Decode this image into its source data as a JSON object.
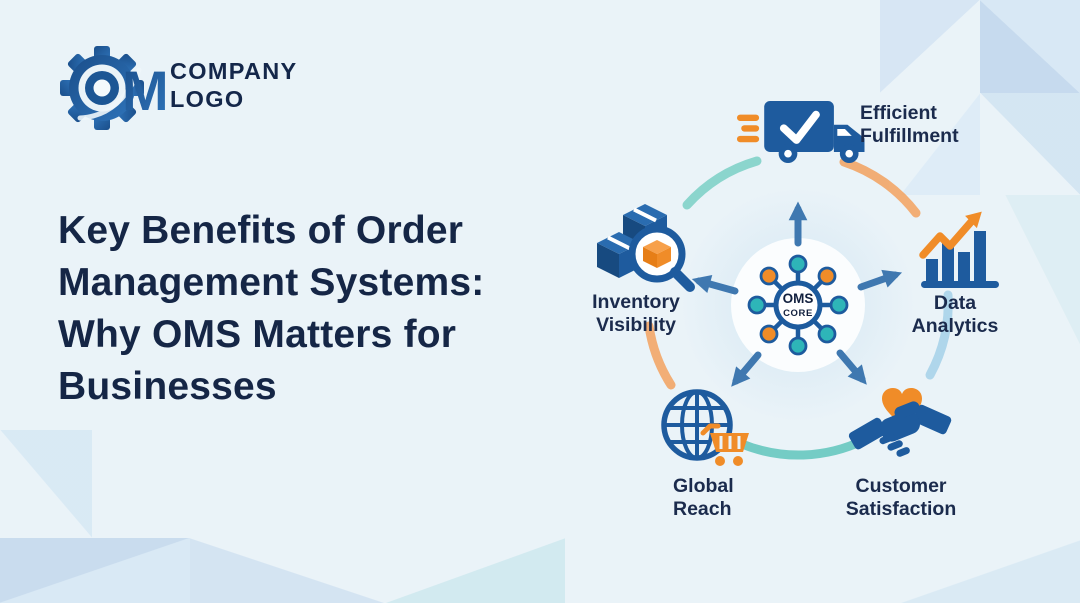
{
  "logo": {
    "monogram_letter": "M",
    "name_line1": "COMPANY",
    "name_line2": "LOGO"
  },
  "title": {
    "text": "Key Benefits of Order\nManagement Systems:\nWhy OMS Matters for\nBusinesses"
  },
  "hub": {
    "core_line1": "OMS",
    "core_line2": "CORE"
  },
  "benefits": [
    {
      "id": "efficient-fulfillment",
      "label": "Efficient\nFulfillment",
      "icon": "delivery-truck-check-icon",
      "position": "top"
    },
    {
      "id": "data-analytics",
      "label": "Data\nAnalytics",
      "icon": "growth-bar-chart-icon",
      "position": "right"
    },
    {
      "id": "customer-satisfaction",
      "label": "Customer\nSatisfaction",
      "icon": "handshake-heart-icon",
      "position": "bottom-right"
    },
    {
      "id": "global-reach",
      "label": "Global\nReach",
      "icon": "globe-shopping-cart-icon",
      "position": "bottom-left"
    },
    {
      "id": "inventory-visibility",
      "label": "Inventory\nVisibility",
      "icon": "inventory-boxes-magnifier-icon",
      "position": "left"
    }
  ],
  "colors": {
    "background": "#eaf3f8",
    "primary_blue": "#1e5b9e",
    "navy_text": "#16274a",
    "accent_orange": "#f08c28",
    "teal": "#2eb5b8",
    "arrow_blue": "#3f78b0"
  }
}
